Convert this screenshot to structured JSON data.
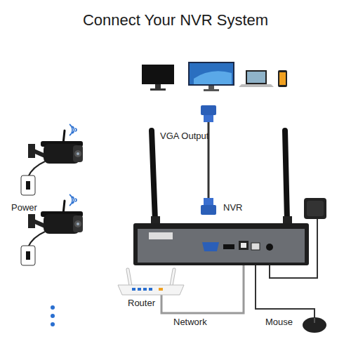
{
  "diagram": {
    "title": "Connect Your NVR System",
    "labels": [
      "VGA Output",
      "NVR",
      "Power",
      "Router",
      "Network",
      "Mouse"
    ]
  }
}
